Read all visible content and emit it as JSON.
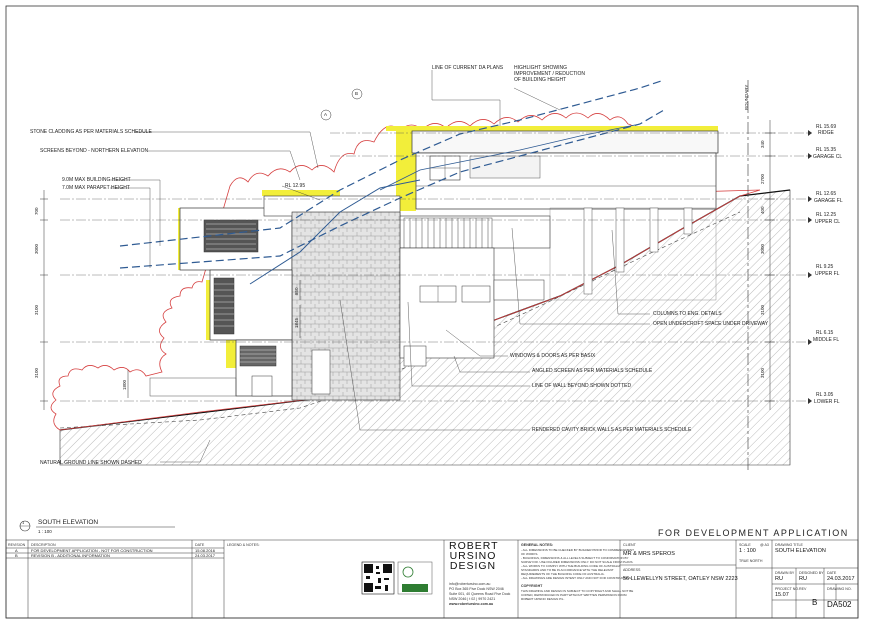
{
  "drawing": {
    "view_title": "SOUTH ELEVATION",
    "view_scale": "1 : 100",
    "view_number": "1",
    "section_marker_a": "A",
    "section_marker_b": "B",
    "boundary_label": "BOUNDARY",
    "annotations": {
      "line_of_current_da": "LINE OF CURRENT DA PLANS",
      "highlight_line1": "HIGHLIGHT SHOWING",
      "highlight_line2": "IMPROVEMENT / REDUCTION",
      "highlight_line3": "OF BUILDING HEIGHT",
      "stone_cladding": "STONE CLADDING AS PER MATERIALS SCHEDULE",
      "screens_beyond": "SCREENS BEYOND - NORTHERN ELEVATION",
      "max_building_height": "9.0M MAX BUILDING HEIGHT",
      "max_parapet_height": "7.0M MAX PARAPET HEIGHT",
      "rl_1295": "RL 12.95",
      "columns": "COLUMNS TO ENG. DETAILS",
      "open_undercroft": "OPEN UNDERCROFT SPACE UNDER DRIVEWAY",
      "windows_doors": "WINDOWS & DOORS AS PER BASIX",
      "angled_screen": "ANGLED SCREEN AS PER MATERIALS SCHEDULE",
      "line_of_wall": "LINE OF WALL BEYOND SHOWN DOTTED",
      "rendered_walls": "RENDERED CAVITY BRICK WALLS AS PER MATERIALS SCHEDULE",
      "natural_ground": "NATURAL GROUND LINE SHOWN DASHED"
    },
    "levels": [
      {
        "rl": "RL 15.69",
        "name": "RIDGE"
      },
      {
        "rl": "RL 15.35",
        "name": "GARAGE CL"
      },
      {
        "rl": "RL 12.65",
        "name": "GARAGE FL"
      },
      {
        "rl": "RL 12.25",
        "name": "UPPER CL"
      },
      {
        "rl": "RL 9.25",
        "name": "UPPER FL"
      },
      {
        "rl": "RL 6.15",
        "name": "MIDDLE FL"
      },
      {
        "rl": "RL 3.05",
        "name": "LOWER FL"
      }
    ],
    "dims_right": [
      "340",
      "2700",
      "400",
      "3000",
      "3100",
      "3100"
    ],
    "dims_left": [
      "700",
      "3000",
      "3100",
      "3100"
    ],
    "dims_mid": [
      "850",
      "1845",
      "1800"
    ],
    "colors": {
      "highlight": "#f2ee3a",
      "da_line": "#2f5b93",
      "cloud": "#d64040",
      "ink": "#333333"
    }
  },
  "title_block": {
    "for_development": "FOR DEVELOPMENT APPLICATION",
    "revision_header": {
      "rev": "REVISION",
      "desc": "DESCRIPTION",
      "date": "DATE",
      "legend": "LEGEND & NOTES:"
    },
    "revisions": [
      {
        "rev": "A",
        "desc": "FOR DEVELOPMENT APPLICATION - NOT FOR CONSTRUCTION",
        "date": "15.08.2016"
      },
      {
        "rev": "B",
        "desc": "REVISION B - ADDITIONAL INFORMATION",
        "date": "24.03.2017"
      }
    ],
    "logo": [
      "ROBERT",
      "URSINO",
      "DESIGN"
    ],
    "contact": [
      "info@robertursino.com.au",
      "PO Box 365 Five Dock NSW 2046",
      "Suite 001, 40 Queens Road Five Dock",
      "NSW 2046 | t 02 | 9970 2421",
      "www.robertursino.com.au"
    ],
    "general_notes_title": "GENERAL NOTES:",
    "general_notes": [
      "- ALL DIMENSIONS TO BE CHECKED BY BUILDER PRIOR TO COMMENCEMENT",
      "OF WORKS.",
      "- BUILDINGS, DIMENSIONS & ALL LEVELS SUBJECT TO CONFIRMATION BY",
      "SURVEYOR. USE FIGURED DIMENSIONS ONLY. DO NOT SCALE FROM PLANS.",
      "- ALL WORKS TO COMPLY WITH THE BUILDING CODE OF AUSTRALIA",
      "STANDARDS AND TO BE IN ACCORDANCE WITH THE RELEVANT",
      "REQUIREMENTS OF THE BUILDING CODE OF AUSTRALIA.",
      "- ALL DRAWINGS ARE DESIGN INTENT ONLY AND NOT FOR CONSTRUCTION."
    ],
    "copyright_title": "COPYRIGHT",
    "copyright": [
      "THIS DRAWING AND DESIGN IS SUBJECT TO COPYRIGHT AND SHALL NOT BE",
      "COPIED, REPRODUCED IN PART WITHOUT WRITTEN PERMISSION FROM",
      "ROBERT URSINO DESIGN P/L."
    ],
    "client_label": "CLIENT",
    "client": "MR & MRS SPEROS",
    "address_label": "ADDRESS",
    "address": "56 LLEWELLYN STREET, OATLEY NSW 2223",
    "scale_label": "SCALE",
    "scale": "1 : 100",
    "sheet_size": "@ A3",
    "true_north": "TRUE NORTH",
    "drawing_title_label": "DRAWING TITLE",
    "drawing_title": "SOUTH ELEVATION",
    "drawn_by_label": "DRAWN BY",
    "drawn_by": "RU",
    "designed_by_label": "DESIGNED BY",
    "designed_by": "RU",
    "date_label": "DATE",
    "date": "24.03.2017",
    "project_no_label": "PROJECT NO.",
    "project_no": "15.07",
    "rev_label": "REV",
    "rev": "B",
    "drawing_no_label": "DRAWING NO.",
    "drawing_no": "DA502"
  }
}
